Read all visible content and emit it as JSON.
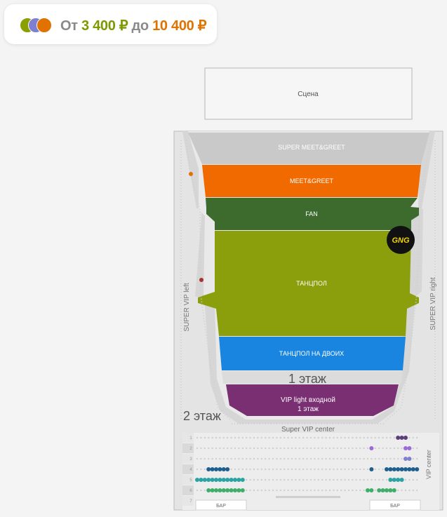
{
  "price": {
    "prefix": "От",
    "min": "3 400 ₽",
    "middle": "до",
    "max": "10 400 ₽",
    "swatch_colors": [
      "#8aa000",
      "#7f7fd0",
      "#e07300"
    ]
  },
  "map": {
    "stage": "Сцена",
    "zones": {
      "super_meet": "SUPER MEET&GREET",
      "meet": "MEET&GREET",
      "fan": "FAN",
      "dance": "ТАНЦПОЛ",
      "dance_two": "ТАНЦПОЛ НА ДВОИХ",
      "floor1": "1 этаж",
      "vip_light_line1": "VIP light входной",
      "vip_light_line2": "1 этаж"
    },
    "floor2": "2 этаж",
    "super_vip_left": "SUPER VIP left",
    "super_vip_right": "SUPER VIP right",
    "super_vip_center": "Super VIP center",
    "vip_center": "VIP center",
    "bar_left": "БАР",
    "bar_right": "БАР",
    "logo_text": "GNG",
    "row_numbers": [
      "1",
      "2",
      "3",
      "4",
      "5",
      "6",
      "7"
    ],
    "colors": {
      "super_meet": "#c9c9c9",
      "meet": "#f06a00",
      "fan": "#3d6b2e",
      "dance": "#8b9e0c",
      "dance_two": "#1a85e0",
      "vip_light": "#7a2f73"
    }
  }
}
